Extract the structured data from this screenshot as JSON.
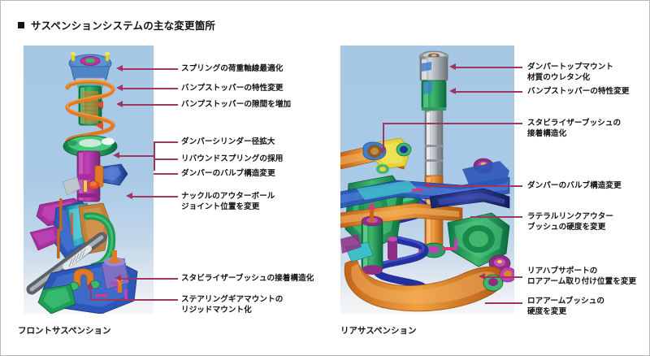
{
  "page": {
    "title": "サスペンションシステムの主な変更箇所",
    "accent_color": "#a0355f",
    "border_color": "#b8b8b8",
    "background_color": "#ffffff"
  },
  "figures": {
    "front": {
      "caption": "フロントサスペンション",
      "alt": "front-suspension-cad-render",
      "background_gradient": [
        "#a6c8e4",
        "#f2f4f7"
      ]
    },
    "rear": {
      "caption": "リアサスペンション",
      "alt": "rear-suspension-cad-render",
      "background_gradient": [
        "#a6c8e4",
        "#f2f4f7"
      ]
    }
  },
  "annotations": {
    "front": [
      {
        "id": "front-1",
        "label": "スプリングの荷重軸線最適化"
      },
      {
        "id": "front-2",
        "label": "バンプストッパーの特性変更"
      },
      {
        "id": "front-3",
        "label": "バンプストッパーの隙間を増加"
      },
      {
        "id": "front-4",
        "label": "ダンパーシリンダー径拡大"
      },
      {
        "id": "front-5",
        "label": "リバウンドスプリングの採用"
      },
      {
        "id": "front-6",
        "label": "ダンパーのバルブ構造変更"
      },
      {
        "id": "front-7",
        "label": "ナックルのアウターボール\nジョイント位置を変更"
      },
      {
        "id": "front-8",
        "label": "スタビライザーブッシュの接着構造化"
      },
      {
        "id": "front-9",
        "label": "ステアリングギアマウントの\nリジッドマウント化"
      }
    ],
    "rear": [
      {
        "id": "rear-1",
        "label": "ダンパートップマウント\n材質のウレタン化"
      },
      {
        "id": "rear-2",
        "label": "バンプストッパーの特性変更"
      },
      {
        "id": "rear-3",
        "label": "スタビライザーブッシュの\n接着構造化"
      },
      {
        "id": "rear-4",
        "label": "ダンパーのバルブ構造変更"
      },
      {
        "id": "rear-5",
        "label": "ラテラルリンクアウター\nブッシュの硬度を変更"
      },
      {
        "id": "rear-6",
        "label": "リアハブサポートの\nロアアーム取り付け位置を変更"
      },
      {
        "id": "rear-7",
        "label": "ロアアームブッシュの\n硬度を変更"
      }
    ]
  }
}
